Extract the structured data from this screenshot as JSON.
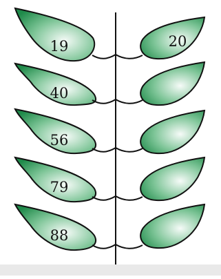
{
  "leaves": {
    "left": [
      {
        "label": "19"
      },
      {
        "label": "40"
      },
      {
        "label": "56"
      },
      {
        "label": "79"
      },
      {
        "label": "88"
      }
    ],
    "right": [
      {
        "label": "20"
      },
      {
        "label": ""
      },
      {
        "label": ""
      },
      {
        "label": ""
      },
      {
        "label": ""
      }
    ]
  },
  "colors": {
    "leaf_dark": "#1f8a4a",
    "leaf_mid": "#7cc496",
    "leaf_light": "#f6fbf8",
    "outline": "#111111",
    "stem": "#111111",
    "bottom_band": "#e9e9e9"
  }
}
